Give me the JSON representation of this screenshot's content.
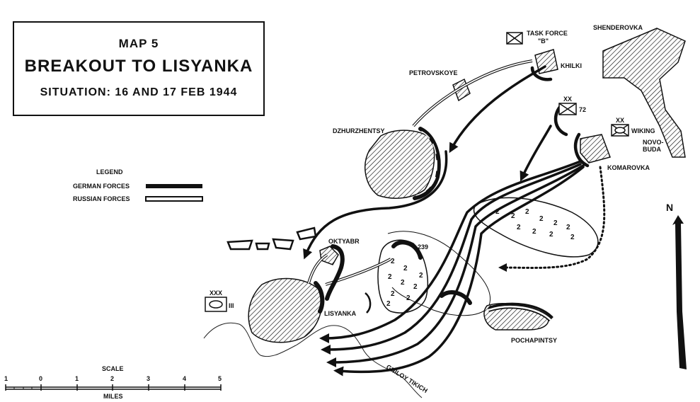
{
  "title": {
    "map_number": "MAP 5",
    "heading": "BREAKOUT TO LISYANKA",
    "situation": "SITUATION: 16 AND 17 FEB 1944"
  },
  "legend": {
    "title": "LEGEND",
    "german": "GERMAN FORCES",
    "russian": "RUSSIAN FORCES"
  },
  "places": {
    "shenderovka": "SHENDEROVKA",
    "khilki": "KHILKI",
    "petrovskoye": "PETROVSKOYE",
    "dzhurzhentsy": "DZHURZHENTSY",
    "komarovka": "KOMAROVKA",
    "novo": "NOVO-",
    "buda": "BUDA",
    "oktyabr": "OKTYABR",
    "lisyanka": "LISYANKA",
    "pochapintsy": "POCHAPINTSY",
    "gniloy_tikich": "GNILOY TIKICH",
    "hill": "239"
  },
  "units": {
    "task_force_line1": "TASK FORCE",
    "task_force_line2": "\"B\"",
    "div72_size": "XX",
    "div72_number": "72",
    "wiking_size": "XX",
    "wiking_name": "WIKING",
    "corps_size": "XXX",
    "corps_number": "III"
  },
  "scale": {
    "title": "SCALE",
    "ticks": [
      "1",
      "0",
      "1",
      "2",
      "3",
      "4",
      "5"
    ],
    "unit": "MILES"
  },
  "north": "N"
}
